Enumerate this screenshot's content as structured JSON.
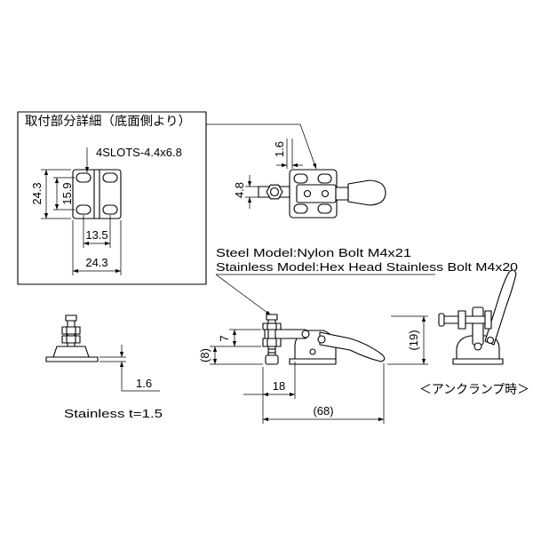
{
  "detail": {
    "title": "取付部分詳細（底面側より）",
    "slot_spec": "4SLOTS-4.4x6.8",
    "dim_height": "24.3",
    "dim_slot_pitch_v": "15.9",
    "dim_slot_pitch_h": "13.5",
    "dim_width": "24.3"
  },
  "top_view": {
    "dim_plate": "1.6",
    "dim_bolt": "4.8"
  },
  "note": {
    "steel": "Steel Model:Nylon Bolt M4x21",
    "stainless": "Stainless Model:Hex Head Stainless Bolt M4x20"
  },
  "side_view": {
    "dim_7": "7",
    "dim_8": "(8)",
    "dim_19": "(19)",
    "dim_18": "18",
    "dim_68": "(68)"
  },
  "stainless_view": {
    "dim_thickness": "1.6",
    "caption": "Stainless t=1.5"
  },
  "unclamp_view": {
    "caption": "＜アンクランプ時＞"
  },
  "colors": {
    "line": "#000000",
    "background": "#ffffff"
  }
}
